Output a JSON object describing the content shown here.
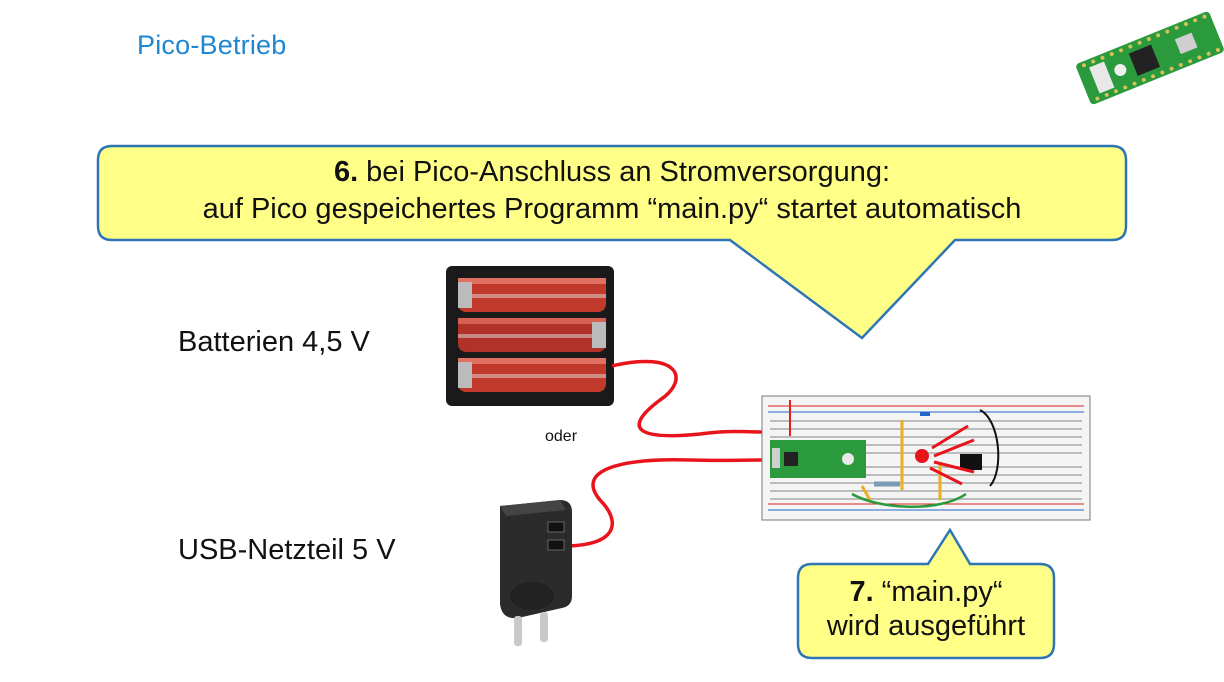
{
  "slide": {
    "title": "Pico-Betrieb",
    "label_batteries": "Batterien 4,5 V",
    "label_or": "oder",
    "label_usb": "USB-Netzteil 5 V"
  },
  "callout_top": {
    "number": "6.",
    "line1": " bei Pico-Anschluss an Stromversorgung:",
    "line2": "auf Pico gespeichertes Programm “main.py“ startet automatisch"
  },
  "callout_bottom": {
    "number": "7.",
    "line1": " “main.py“",
    "line2": "wird ausgeführt"
  },
  "colors": {
    "title": "#1f87d1",
    "callout_fill": "#ffff88",
    "callout_border": "#2e75b6",
    "wire": "#e8141c"
  }
}
